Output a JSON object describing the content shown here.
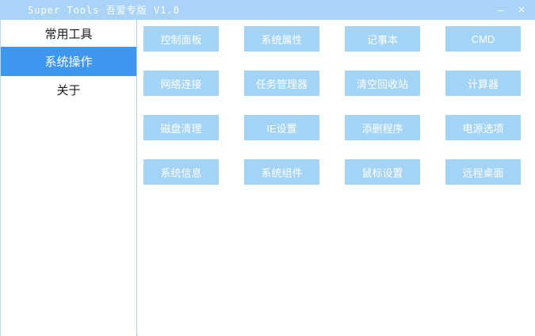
{
  "window": {
    "title": "Super Tools 吾爱专版 V1.0",
    "minimize_glyph": "–",
    "close_glyph": "×"
  },
  "colors": {
    "titlebar": "#a9d3f7",
    "tool_button": "#a3d3f5",
    "selected_tab": "#3e97ee",
    "divider": "#a9cdec"
  },
  "sidebar": {
    "items": [
      {
        "label": "常用工具",
        "selected": false
      },
      {
        "label": "系统操作",
        "selected": true
      },
      {
        "label": "关于",
        "selected": false
      }
    ]
  },
  "main": {
    "buttons": [
      {
        "label": "控制面板"
      },
      {
        "label": "系统属性"
      },
      {
        "label": "记事本"
      },
      {
        "label": "CMD"
      },
      {
        "label": "网络连接"
      },
      {
        "label": "任务管理器"
      },
      {
        "label": "清空回收站"
      },
      {
        "label": "计算器"
      },
      {
        "label": "磁盘清理"
      },
      {
        "label": "IE设置"
      },
      {
        "label": "添删程序"
      },
      {
        "label": "电源选项"
      },
      {
        "label": "系统信息"
      },
      {
        "label": "系统组件"
      },
      {
        "label": "鼠标设置"
      },
      {
        "label": "远程桌面"
      }
    ]
  }
}
